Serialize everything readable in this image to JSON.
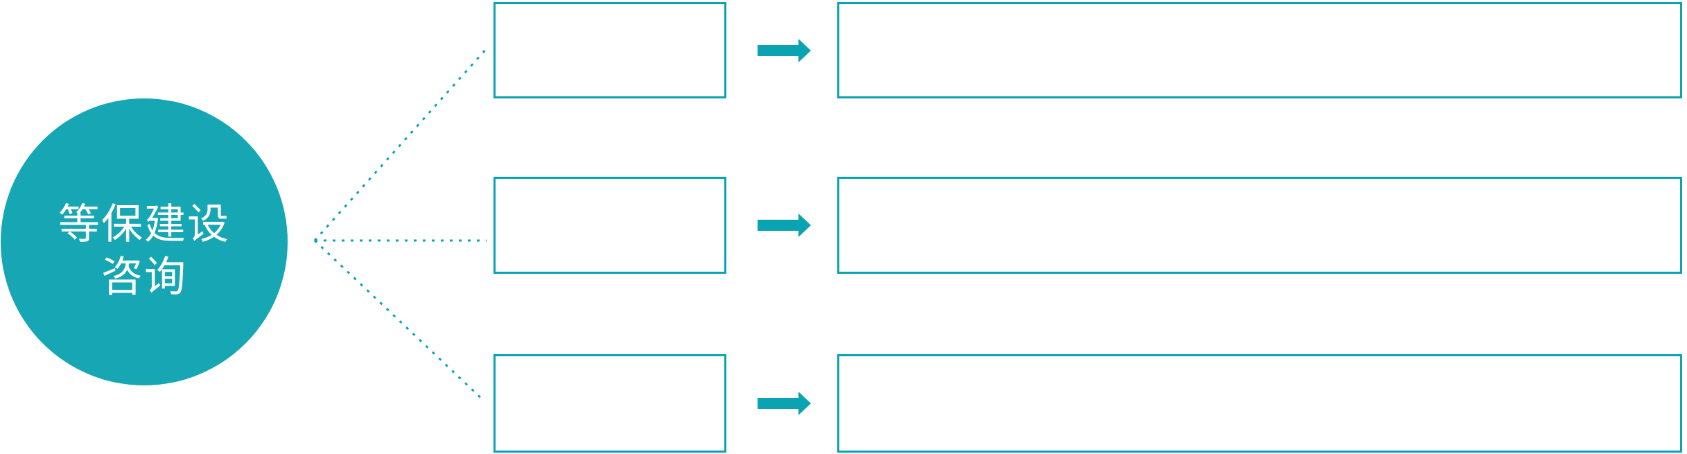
{
  "diagram": {
    "topic": {
      "line1": "等保建设",
      "line2": "咨询"
    },
    "rows": [
      {
        "step_label": "",
        "detail_label": ""
      },
      {
        "step_label": "",
        "detail_label": ""
      },
      {
        "step_label": "",
        "detail_label": ""
      }
    ]
  },
  "icons": {
    "arrow": "arrow-right-icon",
    "connector": "dotted-line-connector"
  },
  "colors": {
    "teal_fill": "#17A6B3",
    "teal_line": "#0AA3B2",
    "text_on_teal": "#FFFFFF",
    "background": "#FFFFFF"
  }
}
